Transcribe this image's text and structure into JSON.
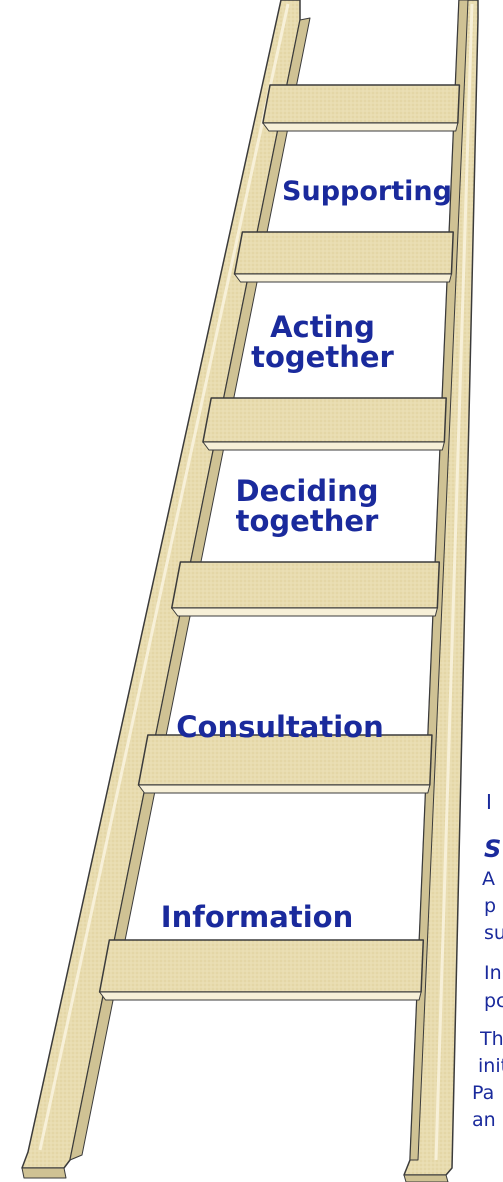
{
  "diagram": {
    "rungs": [
      {
        "label_lines": [
          "Supporting"
        ]
      },
      {
        "label_lines": [
          "Acting",
          "together"
        ]
      },
      {
        "label_lines": [
          "Deciding",
          "together"
        ]
      },
      {
        "label_lines": [
          "Consultation"
        ]
      },
      {
        "label_lines": [
          "Information"
        ]
      }
    ],
    "side_text": {
      "line1": "I",
      "line2": "S",
      "line3": "A",
      "line4": "p",
      "line5": "su",
      "line6": "In",
      "line7": "pc",
      "line8": "Th",
      "line9": "init",
      "line10": "Pa",
      "line11": "an"
    },
    "colors": {
      "label": "#1a2a9c",
      "wood": "#e8dcb0",
      "wood_dark": "#cfc294",
      "outline": "#3b3b3b",
      "highlight": "#f7f0d8"
    }
  }
}
